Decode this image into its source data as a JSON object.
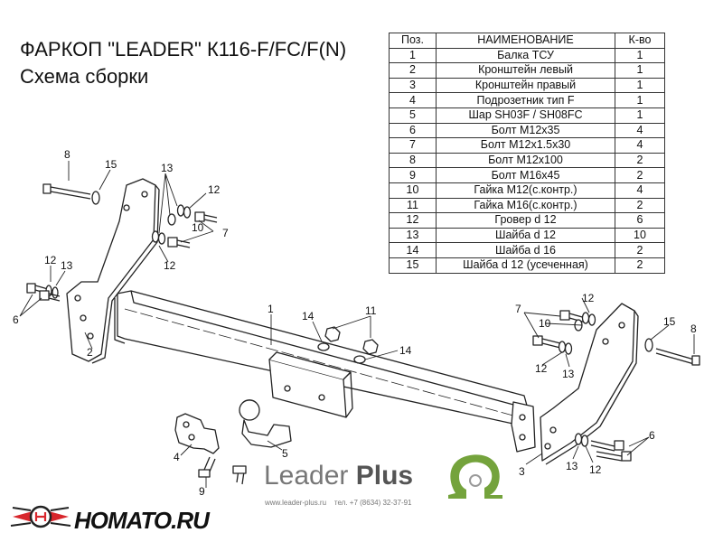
{
  "title": {
    "line1": "ФАРКОП \"LEADER\" К116-F/FC/F(N)",
    "line2": "Схема сборки"
  },
  "table": {
    "headers": [
      "Поз.",
      "НАИМЕНОВАНИЕ",
      "К-во"
    ],
    "rows": [
      [
        "1",
        "Балка ТСУ",
        "1"
      ],
      [
        "2",
        "Кронштейн левый",
        "1"
      ],
      [
        "3",
        "Кронштейн правый",
        "1"
      ],
      [
        "4",
        "Подрозетник тип F",
        "1"
      ],
      [
        "5",
        "Шар SH03F / SH08FC",
        "1"
      ],
      [
        "6",
        "Болт M12x35",
        "4"
      ],
      [
        "7",
        "Болт M12x1.5x30",
        "4"
      ],
      [
        "8",
        "Болт M12x100",
        "2"
      ],
      [
        "9",
        "Болт M16x45",
        "2"
      ],
      [
        "10",
        "Гайка M12(с.контр.)",
        "4"
      ],
      [
        "11",
        "Гайка  M16(с.контр.)",
        "2"
      ],
      [
        "12",
        "Гровер d 12",
        "6"
      ],
      [
        "13",
        "Шайба d 12",
        "10"
      ],
      [
        "14",
        "Шайба d 16",
        "2"
      ],
      [
        "15",
        "Шайба d 12 (усеченная)",
        "2"
      ]
    ]
  },
  "callouts": {
    "c8a": "8",
    "c15a": "15",
    "c13a": "13",
    "c12a": "12",
    "c10a": "10",
    "c7a": "7",
    "c12b": "12",
    "c12c": "12",
    "c13b": "13",
    "c6a": "6",
    "c2": "2",
    "c1": "1",
    "c14a": "14",
    "c11": "11",
    "c14b": "14",
    "c4": "4",
    "c5": "5",
    "c9": "9",
    "c7b": "7",
    "c10b": "10",
    "c12d": "12",
    "c12e": "12",
    "c13c": "13",
    "c15b": "15",
    "c8b": "8",
    "c6b": "6",
    "c3": "3",
    "c13d": "13",
    "c12f": "12"
  },
  "brand": {
    "name_light": "Leader",
    "name_bold": "Plus",
    "site": "www.leader-plus.ru",
    "phone": "тел. +7 (8634) 32-37-91"
  },
  "shop": {
    "name": "HOMATO.RU"
  },
  "colors": {
    "line": "#222222",
    "shop_logo_red": "#d8262c",
    "brand_logo_green": "#74a33c"
  }
}
